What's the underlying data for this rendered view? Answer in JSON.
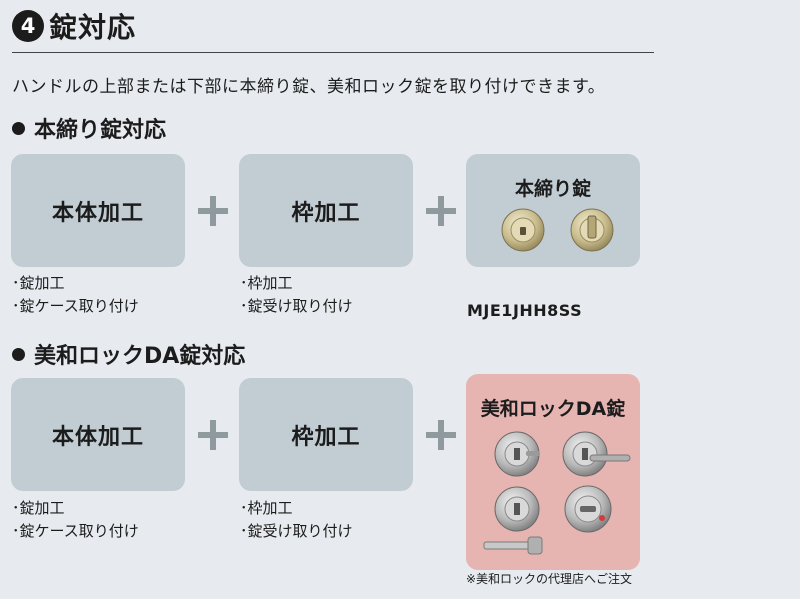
{
  "title": {
    "number": "4",
    "text": "錠対応"
  },
  "description": "ハンドルの上部または下部に本締り錠、美和ロック錠を取り付けできます。",
  "sections": [
    {
      "heading": "本締り錠対応",
      "box1": "本体加工",
      "box2": "枠加工",
      "box1_notes": [
        "･錠加工",
        "･錠ケース取り付け"
      ],
      "box2_notes": [
        "･枠加工",
        "･錠受け取り付け"
      ],
      "lock_title": "本締り錠",
      "model": "MJE1JHH8SS"
    },
    {
      "heading": "美和ロックDA錠対応",
      "box1": "本体加工",
      "box2": "枠加工",
      "box1_notes": [
        "･錠加工",
        "･錠ケース取り付け"
      ],
      "box2_notes": [
        "･枠加工",
        "･錠受け取り付け"
      ],
      "lock_title": "美和ロックDA錠",
      "footnote": "※美和ロックの代理店へご注文"
    }
  ]
}
